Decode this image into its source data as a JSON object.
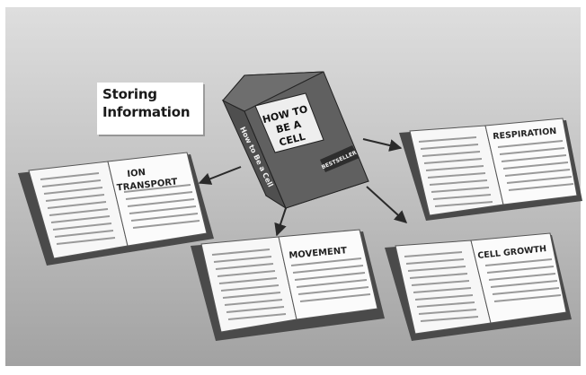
{
  "title": {
    "line1": "Storing",
    "line2": "Information"
  },
  "central_book": {
    "cover_lines": [
      "HOW TO",
      "BE A",
      "CELL"
    ],
    "spine_text": "How to Be a Cell",
    "band_text": "BESTSELLER"
  },
  "books": [
    {
      "id": "ion-transport",
      "title_lines": [
        "ION",
        "TRANSPORT"
      ]
    },
    {
      "id": "movement",
      "title_lines": [
        "MOVEMENT"
      ]
    },
    {
      "id": "respiration",
      "title_lines": [
        "RESPIRATION"
      ]
    },
    {
      "id": "cell-growth",
      "title_lines": [
        "CELL GROWTH"
      ]
    }
  ],
  "colors": {
    "background_top": "#d9d9d9",
    "background_bottom": "#9f9f9f",
    "book_page": "#f7f7f7",
    "book_cover": "#5b5b5b",
    "cover_label": "#eeeeee"
  }
}
